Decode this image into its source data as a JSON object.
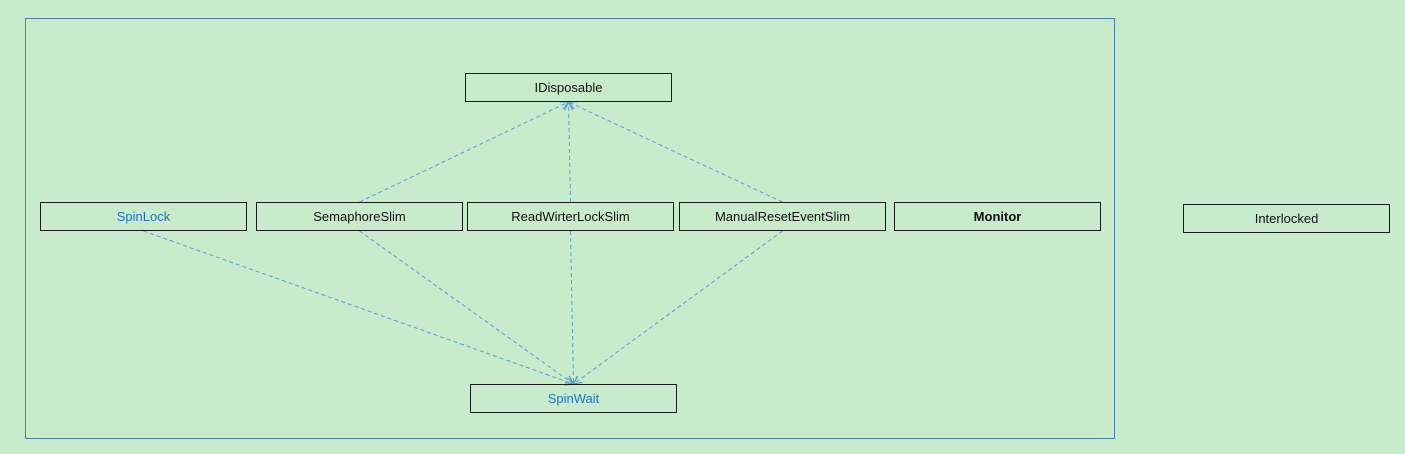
{
  "diagram": {
    "nodes": {
      "idisposable": "IDisposable",
      "spinlock": "SpinLock",
      "semaphoreslim": "SemaphoreSlim",
      "readwriterlockslim": "ReadWirterLockSlim",
      "manualreseteventslim": "ManualResetEventSlim",
      "monitor": "Monitor",
      "interlocked": "Interlocked",
      "spinwait": "SpinWait"
    },
    "edges": [
      {
        "from": "semaphoreslim",
        "to": "idisposable",
        "style": "dashed"
      },
      {
        "from": "readwriterlockslim",
        "to": "idisposable",
        "style": "dashed"
      },
      {
        "from": "manualreseteventslim",
        "to": "idisposable",
        "style": "dashed"
      },
      {
        "from": "spinlock",
        "to": "spinwait",
        "style": "dashed"
      },
      {
        "from": "semaphoreslim",
        "to": "spinwait",
        "style": "dashed"
      },
      {
        "from": "readwriterlockslim",
        "to": "spinwait",
        "style": "dashed"
      },
      {
        "from": "manualreseteventslim",
        "to": "spinwait",
        "style": "dashed"
      }
    ],
    "colors": {
      "background": "#c8ebcc",
      "edge": "#5b9bd5",
      "frame": "#4f7fb5",
      "link_text": "#1f73c9"
    }
  }
}
